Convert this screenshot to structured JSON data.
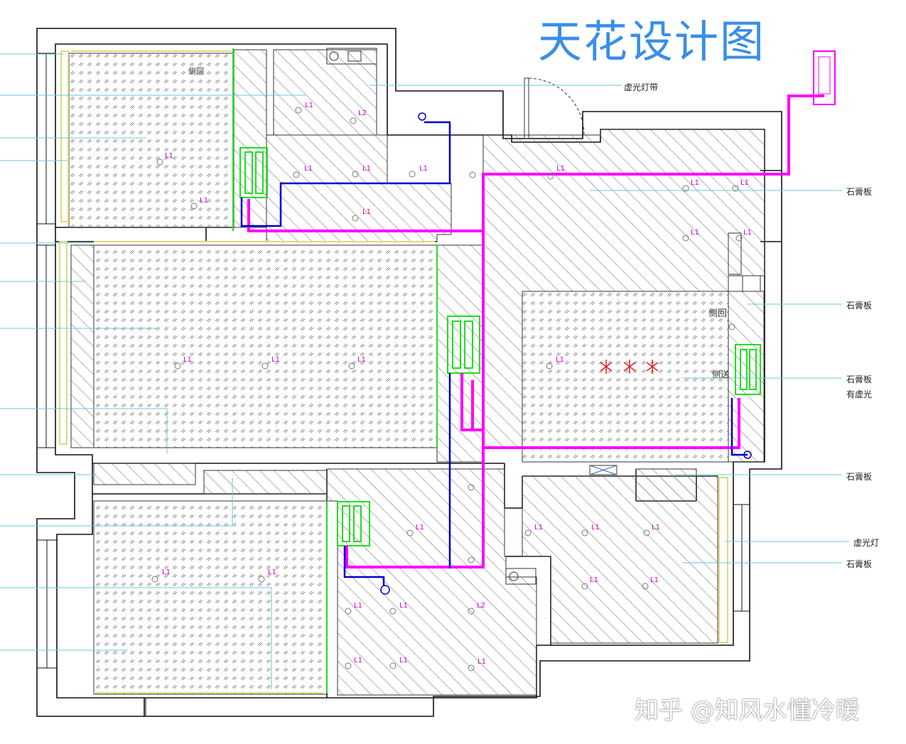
{
  "title": "天花设计图",
  "labels": {
    "light_strip": "虚光灯带",
    "gypsum_1": "石膏板",
    "gypsum_2": "石膏板",
    "gypsum_3": "石膏板",
    "gypsum_3b": "有虚光",
    "gypsum_4": "石膏板",
    "gypsum_5": "石膏板",
    "light_right": "虚光灯",
    "side_1": "侧回",
    "side_2": "侧回",
    "side_3": "侧送"
  },
  "fixture_tags": [
    "L1",
    "L2"
  ],
  "watermark": "知乎 @知风水懂冷暖",
  "colors": {
    "wall": "#111111",
    "hatch": "#555555",
    "grid": "#777777",
    "supply_duct": "#ff00ff",
    "water_pipe": "#0000cc",
    "ac_unit": "#22dd22",
    "leader": "#66c8d8",
    "cove": "#e8e08a",
    "fan": "#dd2222"
  }
}
